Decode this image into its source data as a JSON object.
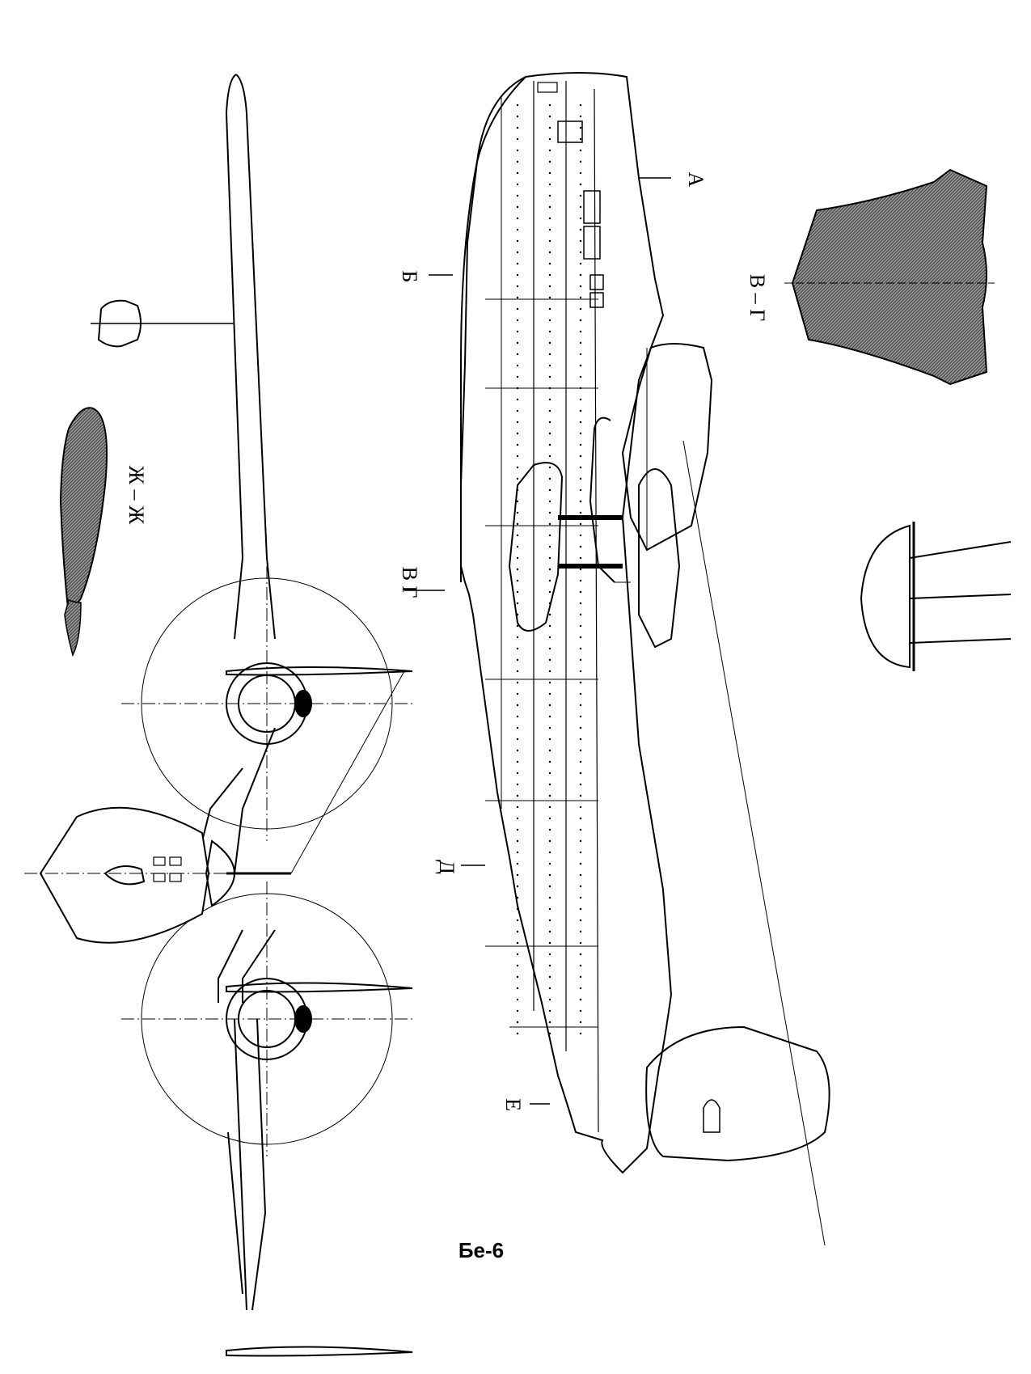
{
  "diagram": {
    "aircraft_title": "Бе-6",
    "section_labels": {
      "a": "А",
      "b": "Б",
      "v_g_marker": "В Г",
      "v_g_section": "В – Г",
      "d": "Д",
      "e": "Е",
      "zh_zh_section": "Ж – Ж"
    },
    "colors": {
      "line": "#000000",
      "hatch": "#555555",
      "paper": "#ffffff"
    }
  }
}
